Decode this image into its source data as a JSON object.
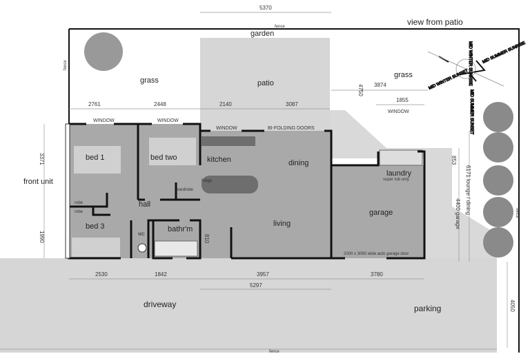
{
  "title": "view from patio",
  "areas": {
    "garden": "garden",
    "grass_left": "grass",
    "grass_right": "grass",
    "patio": "patio",
    "front_unit": "front unit",
    "driveway": "driveway",
    "parking": "parking",
    "fence_top": "fence",
    "fence_left": "fence",
    "fence_right": "fence",
    "fence_bottom": "fence"
  },
  "rooms": {
    "bed1": "bed 1",
    "bed_two": "bed two",
    "bed3": "bed 3",
    "kitchen": "kitchen",
    "dining": "dining",
    "living": "living",
    "hall": "hall",
    "wc": "wc",
    "bathroom": "bathr'm",
    "laundry": "laundry",
    "laundry_note": "super tub only",
    "garage": "garage",
    "fridge": "fridge",
    "wardrobe": "wardrobe",
    "robe1": "robe",
    "robe2": "robe",
    "garage_door": "2000 x 3060 wide auto garage door"
  },
  "openings": {
    "window1": "WINDOW",
    "window2": "WINDOW",
    "window3": "WINDOW",
    "window4": "WINDOW",
    "bifold": "BI-FOLDING DOORS"
  },
  "dimensions": {
    "top_total": "5370",
    "d2761": "2761",
    "d2448": "2448",
    "d2140": "2140",
    "d3087": "3087",
    "d3874": "3874",
    "d1855": "1855",
    "d4750": "4750",
    "d3371": "3371",
    "d1990": "1990",
    "d810": "810",
    "d853": "853",
    "d6171": "6171 lounge / dining",
    "d4400": "4400 garage",
    "d2530": "2530",
    "d1842": "1842",
    "d3957": "3957",
    "d3780": "3780",
    "d5297": "5297",
    "d4050": "4050"
  },
  "compass": {
    "labels": [
      "MID WINTER SUNSET",
      "MID SUMMER SUNSET",
      "MID WINTER SUNRISE",
      "MID SUMMER SUNRISE"
    ]
  },
  "colors": {
    "house": "#a9a9a9",
    "paving": "#d6d6d6",
    "walls": "#111111"
  }
}
